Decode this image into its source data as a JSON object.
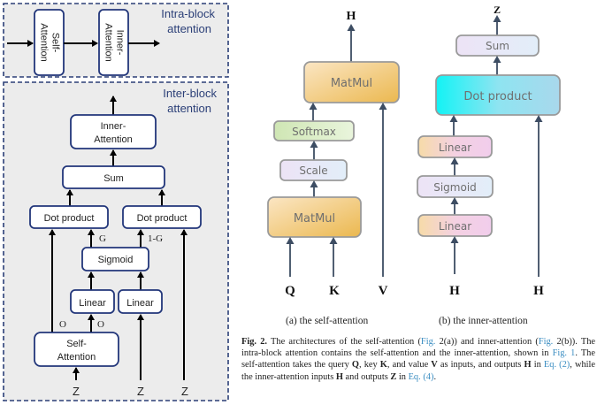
{
  "left_panel": {
    "intra_block": {
      "title_line1": "Intra-block",
      "title_line2": "attention",
      "blocks": [
        {
          "line1": "Self-",
          "line2": "Attention"
        },
        {
          "line1": "Inner-",
          "line2": "Attention"
        }
      ]
    },
    "inter_block": {
      "title_line1": "Inter-block",
      "title_line2": "attention",
      "inner_attention": {
        "line1": "Inner-",
        "line2": "Attention"
      },
      "sum": "Sum",
      "dot_product_left": "Dot product",
      "dot_product_right": "Dot product",
      "sigmoid": "Sigmoid",
      "linear_left": "Linear",
      "linear_right": "Linear",
      "self_attention": {
        "line1": "Self-",
        "line2": "Attention"
      },
      "label_g": "G",
      "label_1g": "1-G",
      "label_o_left": "O",
      "label_o_right": "O",
      "inputs": [
        "Z",
        "Z",
        "Z"
      ]
    }
  },
  "self_attention_diagram": {
    "output": "H",
    "matmul_top": "MatMul",
    "softmax": "Softmax",
    "scale": "Scale",
    "matmul_bottom": "MatMul",
    "inputs": [
      "Q",
      "K",
      "V"
    ],
    "subcaption": "(a)  the self-attention"
  },
  "inner_attention_diagram": {
    "output": "Z",
    "sum": "Sum",
    "dot_product": "Dot product",
    "linear_top": "Linear",
    "sigmoid": "Sigmoid",
    "linear_bottom": "Linear",
    "inputs": [
      "H",
      "H"
    ],
    "subcaption": "(b)  the inner-attention"
  },
  "caption": {
    "fig_label": "Fig. 2.",
    "t1": " The architectures of the self-attention (",
    "l1": "Fig.",
    "t2": " 2(a)) and inner-attention (",
    "l2": "Fig.",
    "t3": " 2(b)). The intra-block attention contains the self-attention and the inner-attention, shown in ",
    "l3": "Fig. 1",
    "t4": ". The self-attention takes the query ",
    "q": "Q",
    "t5": ", key ",
    "k": "K",
    "t6": ", and value ",
    "v": "V",
    "t7": " as inputs, and outputs ",
    "h1": "H",
    "t8": " in ",
    "l4": "Eq. (2)",
    "t9": ", while the inner-attention inputs ",
    "h2": "H",
    "t10": " and outputs ",
    "z": "Z",
    "t11": " in ",
    "l5": "Eq. (4)",
    "t12": "."
  }
}
